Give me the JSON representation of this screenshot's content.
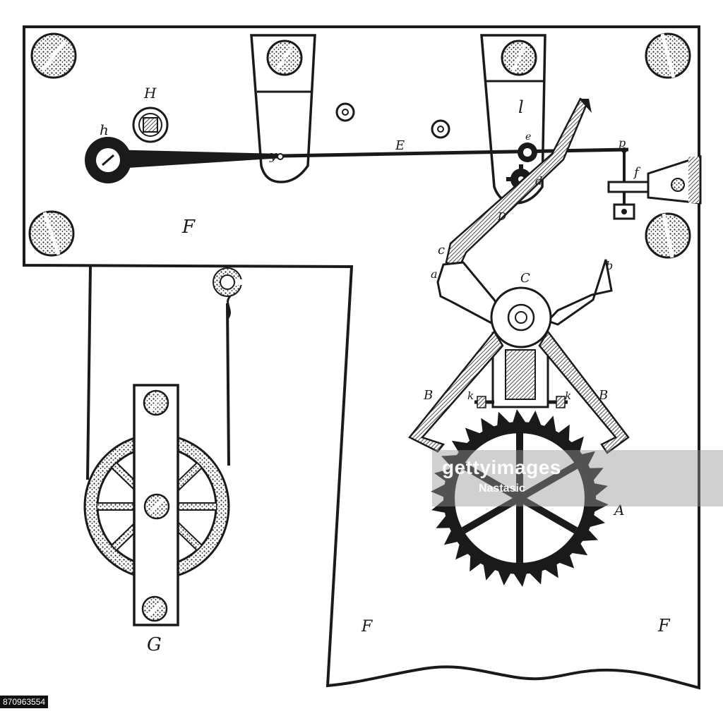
{
  "labels": {
    "H": "H",
    "h": "h",
    "y": "y",
    "E": "E",
    "l": "l",
    "e": "e",
    "d": "d",
    "p": "p",
    "f": "f",
    "F_top": "F",
    "D": "D",
    "c": "c",
    "a": "a",
    "C": "C",
    "b": "b",
    "B_left": "B",
    "B_right": "B",
    "k_left": "k",
    "k_right": "k",
    "A": "A",
    "G": "G",
    "F_bottom_left": "F",
    "F_bottom_right": "F"
  },
  "watermark": {
    "brand": "gettyimages",
    "credit": "Nastasic"
  },
  "image_id": "870963554",
  "colors": {
    "ink": "#1a1a1a",
    "paper": "#ffffff"
  }
}
